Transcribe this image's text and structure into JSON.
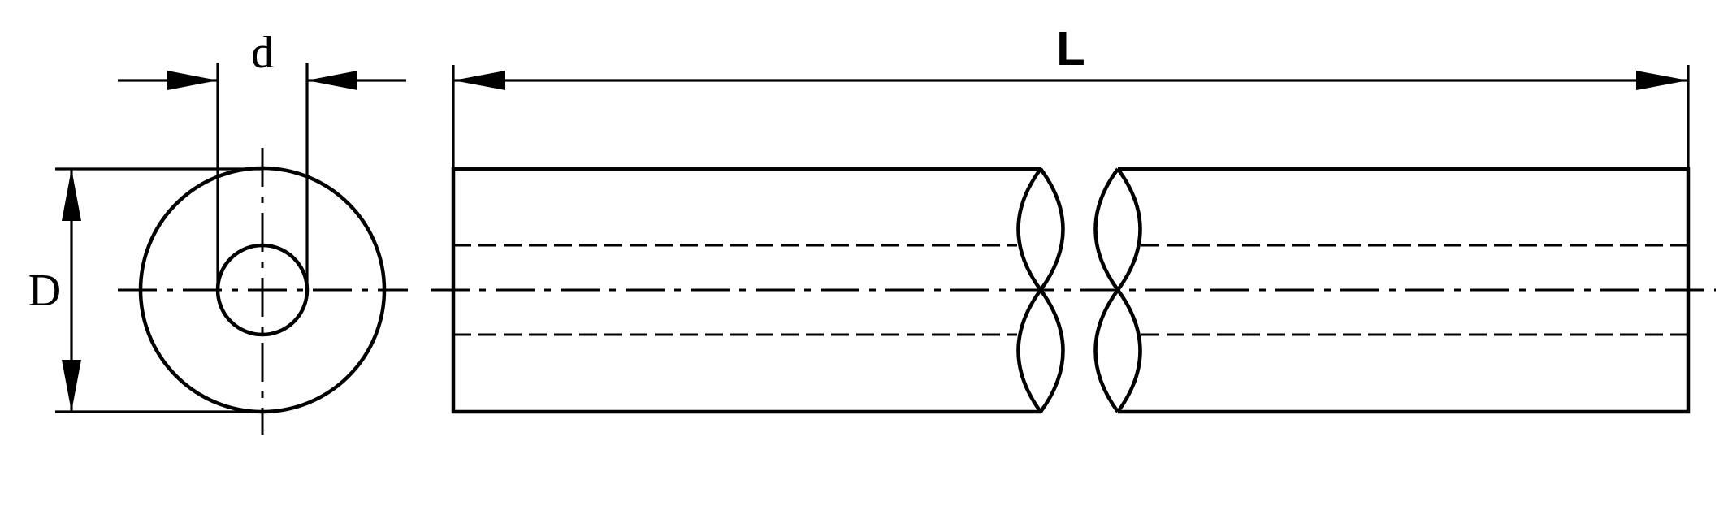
{
  "diagram": {
    "labels": {
      "inner_diameter": "d",
      "outer_diameter": "D",
      "length": "L"
    }
  }
}
